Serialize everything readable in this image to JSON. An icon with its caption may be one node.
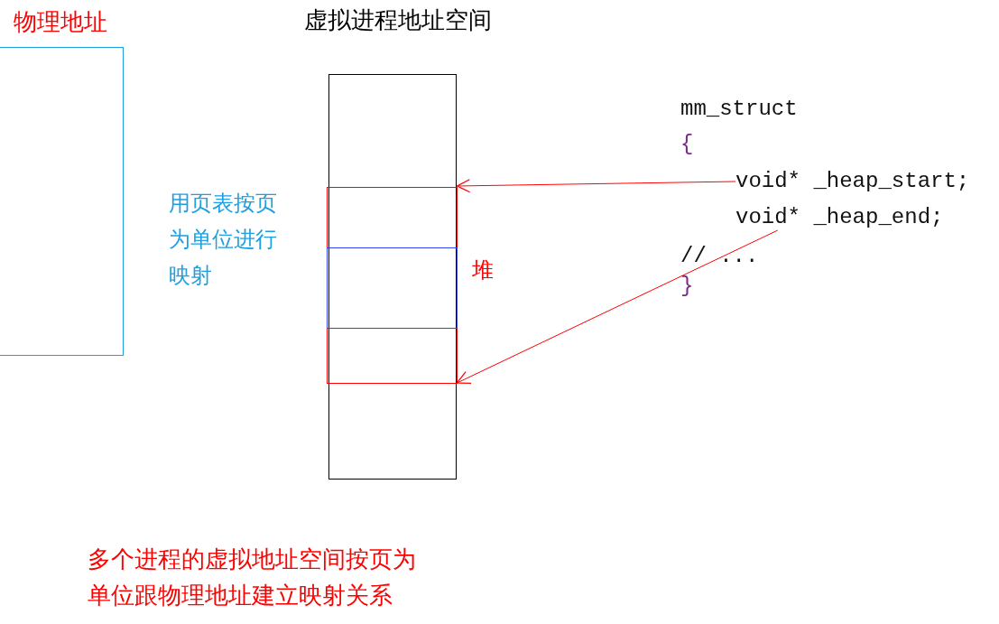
{
  "diagram": {
    "nodes": [
      {
        "text": [
          "物理地址"
        ]
      },
      {
        "text": [
          "虚拟进程地址空间"
        ]
      },
      {
        "text": [],
        "shape": "box",
        "in": 1,
        "beside": [
          "堆"
        ]
      },
      {
        "text": [],
        "shape": "box",
        "in": 2
      },
      {
        "text": [
          "void* _heap_start;"
        ]
      },
      {
        "text": [
          "void* _heap_end;"
        ]
      }
    ],
    "edges": [
      {
        "from": 4,
        "to": 2,
        "arrow": "to"
      },
      {
        "from": 5,
        "to": 2,
        "arrow": "to"
      }
    ],
    "labels": [
      "用页表按页为单位进行映射",
      "mm_struct",
      "{",
      "// ...",
      "}",
      "多个进程的虚拟地址空间按页为单位跟物理地址建立映射关系"
    ]
  }
}
